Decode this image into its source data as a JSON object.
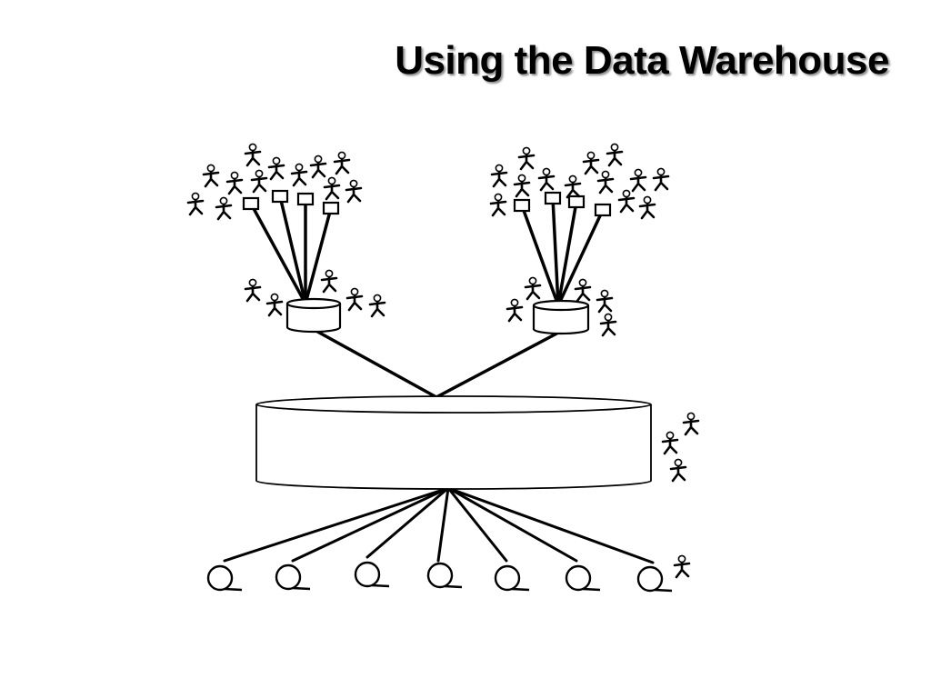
{
  "title": "Using the Data Warehouse",
  "colors": {
    "ink": "#000000",
    "background": "#ffffff",
    "title_shadow": "#8a8a8a"
  },
  "diagram": {
    "central_store": "cylinder",
    "branch_stores": 2,
    "terminals_per_branch": 4,
    "tape_reels": 7
  }
}
